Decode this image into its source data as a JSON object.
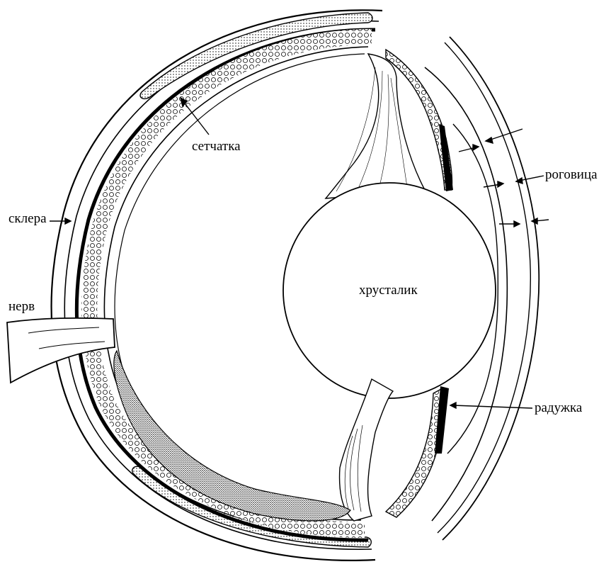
{
  "labels": {
    "retina": "сетчатка",
    "sclera": "склера",
    "nerve": "нерв",
    "lens": "хрусталик",
    "cornea": "роговица",
    "iris": "радужка"
  },
  "colors": {
    "ink": "#000000",
    "background": "#ffffff",
    "stipple": "#e6e6e6",
    "dense_stipple": "#bdbdbd"
  }
}
